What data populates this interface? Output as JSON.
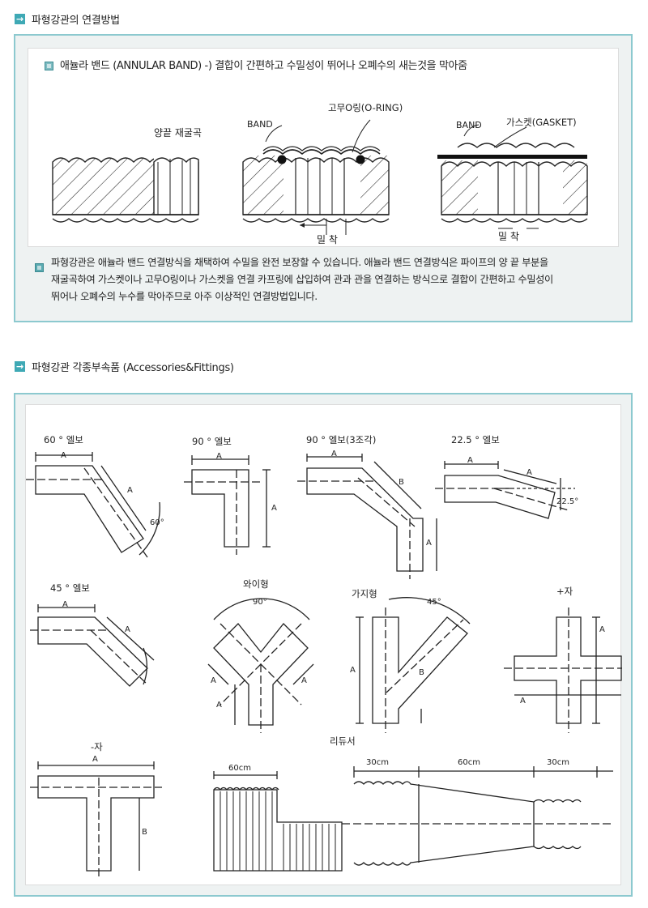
{
  "section1": {
    "title": "파형강관의 연결방법",
    "subtitle": "애뉼라 밴드 (ANNULAR BAND) -) 결합이 간편하고 수밀성이 뛰어나 오폐수의 새는것을 막아줌",
    "labels": {
      "left_caption": "양끝 재굴곡",
      "band": "BAND",
      "oring": "고무O링(O-RING)",
      "gasket": "가스켓(GASKET)",
      "seal": "밀 착"
    },
    "description": [
      "파형강관은 애뉼라 밴드 연결방식을 채택하여 수밀을 완전 보장할 수 있습니다. 애뉼라 밴드 연결방식은 파이프의 양 끝 부분을",
      "재굴곡하여 가스켓이나 고무O링이나 가스켓을 연결 카프링에 삽입하여 관과 관을 연결하는 방식으로 결합이 간편하고 수밀성이",
      "뛰어나 오폐수의 누수를  막아주므로 아주 이상적인 연결방법입니다."
    ]
  },
  "section2": {
    "title": "파형강관 각종부속품 (Accessories&Fittings)",
    "items": {
      "elbow60": "60 ° 엘보",
      "elbow90": "90 ° 엘보",
      "elbow90_3": "90 ° 엘보(3조각)",
      "elbow22": "22.5 ° 엘보",
      "elbow45": "45 ° 엘보",
      "wye": "와이형",
      "branch": "가지형",
      "cross": "+자",
      "tee": "-자",
      "reducer": "리듀서"
    },
    "dims": {
      "A": "A",
      "B": "B",
      "deg60": "60°",
      "deg90": "90°",
      "deg45": "45°",
      "deg22": "22.5°",
      "cm60": "60cm",
      "cm30": "30cm"
    }
  },
  "colors": {
    "accent": "#3fa9b5",
    "frame": "#8cc9cf",
    "panel_bg": "#eef2f2"
  }
}
